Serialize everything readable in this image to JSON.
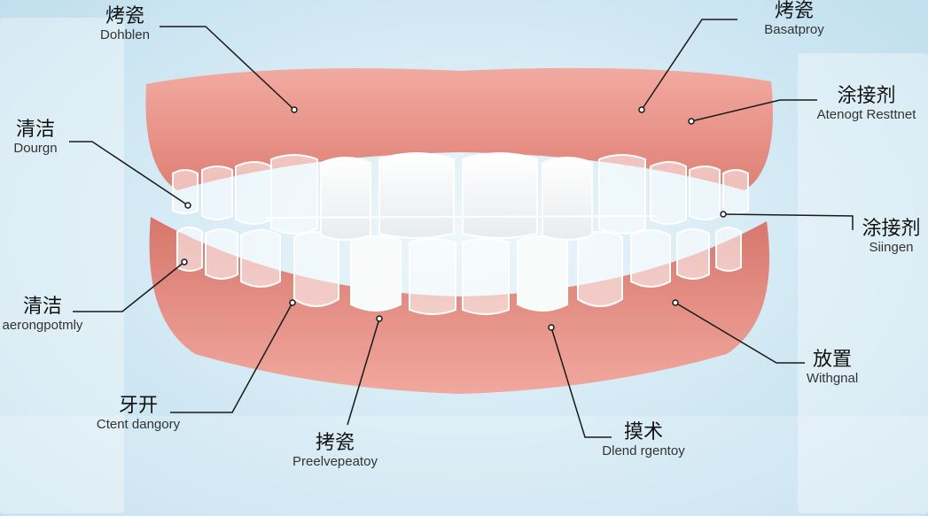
{
  "labels": [
    {
      "id": "top-left",
      "zh": "烤瓷",
      "en": "Dohblen"
    },
    {
      "id": "top-right",
      "zh": "烤瓷",
      "en": "Basatproy"
    },
    {
      "id": "mid-left-1",
      "zh": "清洁",
      "en": "Dourgn"
    },
    {
      "id": "right-1",
      "zh": "涂接剂",
      "en": "Atenogt Resttnet"
    },
    {
      "id": "right-2",
      "zh": "涂接剂",
      "en": "Siingen"
    },
    {
      "id": "mid-left-2",
      "zh": "清洁",
      "en": "aerongpotmly"
    },
    {
      "id": "right-3",
      "zh": "放置",
      "en": "Withgnal"
    },
    {
      "id": "bottom-left",
      "zh": "牙开",
      "en": "Ctent dangory"
    },
    {
      "id": "bottom-mid-l",
      "zh": "拷瓷",
      "en": "Preelvepeatoy"
    },
    {
      "id": "bottom-mid-r",
      "zh": "摸术",
      "en": "Dlend rgentoy"
    }
  ],
  "colors": {
    "gum": "#e98f86",
    "gum_dark": "#c9655d",
    "tooth": "#fbfbfa",
    "aligner": "#ffffff",
    "line": "#1a1a1a"
  }
}
